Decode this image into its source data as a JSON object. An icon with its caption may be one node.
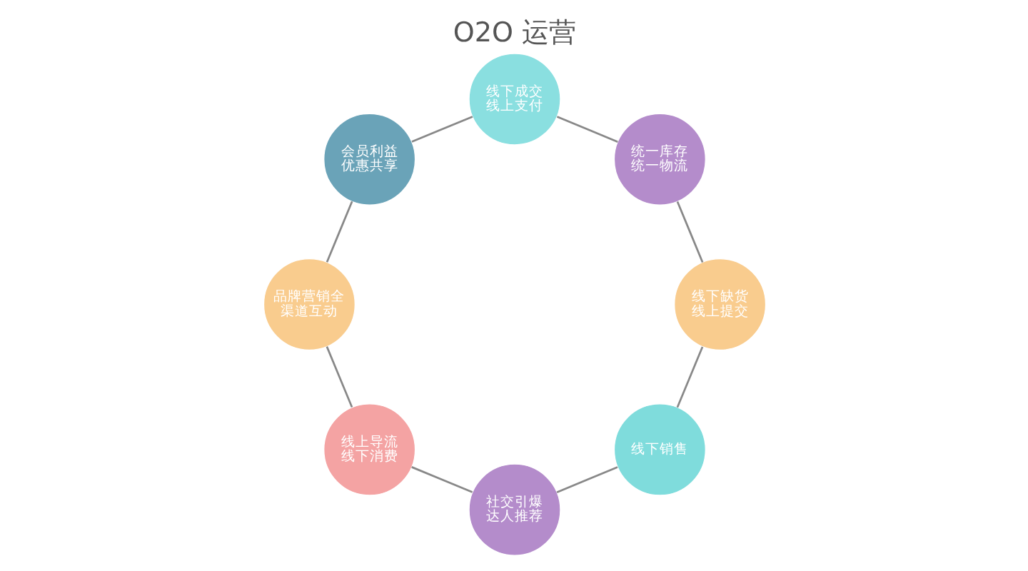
{
  "diagram": {
    "title": "O2O 运营",
    "nodes": [
      {
        "text": [
          "线下销售"
        ]
      },
      {
        "text": [
          "社交引爆达人推荐"
        ]
      },
      {
        "text": [
          "线上导流线下消费"
        ]
      },
      {
        "text": [
          "品牌营销全渠道互动"
        ]
      },
      {
        "text": [
          "会员利益优惠共享"
        ]
      },
      {
        "text": [
          "线下成交线上支付"
        ]
      },
      {
        "text": [
          "统一库存统一物流"
        ]
      },
      {
        "text": [
          "线下缺货线上提交"
        ]
      }
    ],
    "edges": [
      {
        "from": 0,
        "to": 1,
        "arrow": "none"
      },
      {
        "from": 1,
        "to": 2,
        "arrow": "none"
      },
      {
        "from": 2,
        "to": 3,
        "arrow": "none"
      },
      {
        "from": 3,
        "to": 4,
        "arrow": "none"
      },
      {
        "from": 4,
        "to": 5,
        "arrow": "none"
      },
      {
        "from": 5,
        "to": 6,
        "arrow": "none"
      },
      {
        "from": 6,
        "to": 7,
        "arrow": "none"
      },
      {
        "from": 7,
        "to": 0,
        "arrow": "none"
      }
    ]
  }
}
